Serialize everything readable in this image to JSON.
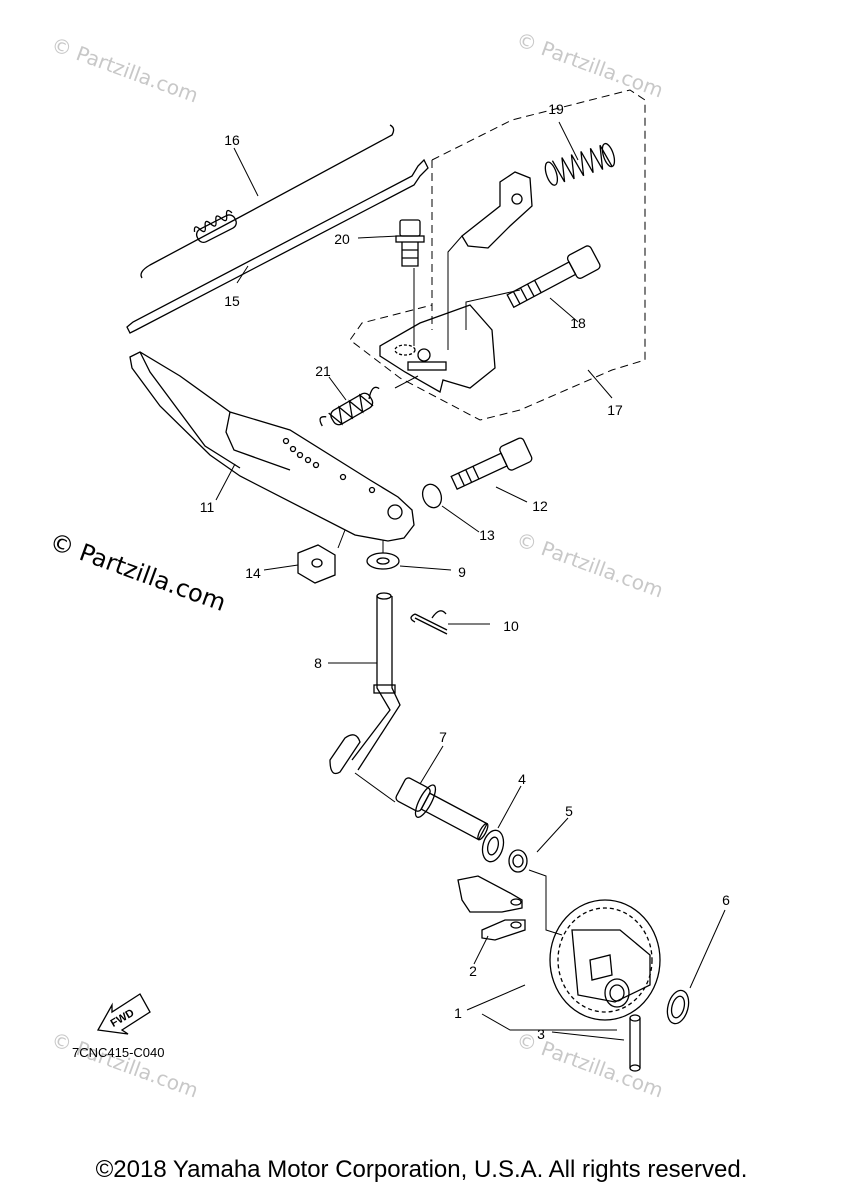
{
  "watermarks": {
    "small": "© Partzilla.com",
    "large": "© Partzilla.com"
  },
  "callouts": {
    "c1": "1",
    "c2": "2",
    "c3": "3",
    "c4": "4",
    "c5": "5",
    "c6": "6",
    "c7": "7",
    "c8": "8",
    "c9": "9",
    "c10": "10",
    "c11": "11",
    "c12": "12",
    "c13": "13",
    "c14": "14",
    "c15": "15",
    "c16": "16",
    "c17": "17",
    "c18": "18",
    "c19": "19",
    "c20": "20",
    "c21": "21"
  },
  "fwd_label": "FWD",
  "diagram_code": "7CNC415-C040",
  "copyright": "©2018 Yamaha Motor Corporation, U.S.A. All rights reserved."
}
